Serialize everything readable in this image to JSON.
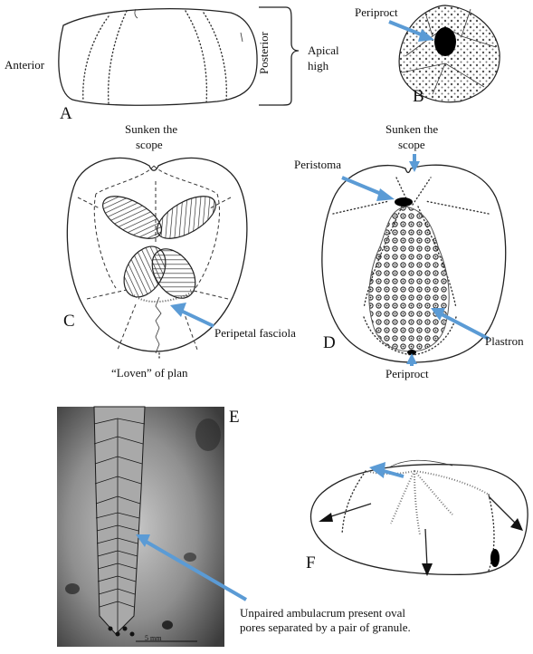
{
  "panels": {
    "a": {
      "letter": "A",
      "anterior": "Anterior",
      "posterior": "Posterior",
      "apical_high_1": "Apical",
      "apical_high_2": "high"
    },
    "b": {
      "letter": "B",
      "periproct": "Periproct"
    },
    "c": {
      "letter": "C",
      "sunken_1": "Sunken the",
      "sunken_2": "scope",
      "peripetal": "Peripetal fasciola",
      "loven": "“Loven” of plan"
    },
    "d": {
      "letter": "D",
      "sunken_1": "Sunken the",
      "sunken_2": "scope",
      "peristoma": "Peristoma",
      "plastron": "Plastron",
      "periproct": "Periproct"
    },
    "e": {
      "letter": "E",
      "scale": "5 mm",
      "caption_1": "Unpaired ambulacrum present oval",
      "caption_2": "pores separated by a pair of granule."
    },
    "f": {
      "letter": "F"
    }
  },
  "colors": {
    "arrow": "#5b9bd5",
    "ink": "#222222",
    "photo_bg": "#8a8a8a"
  }
}
